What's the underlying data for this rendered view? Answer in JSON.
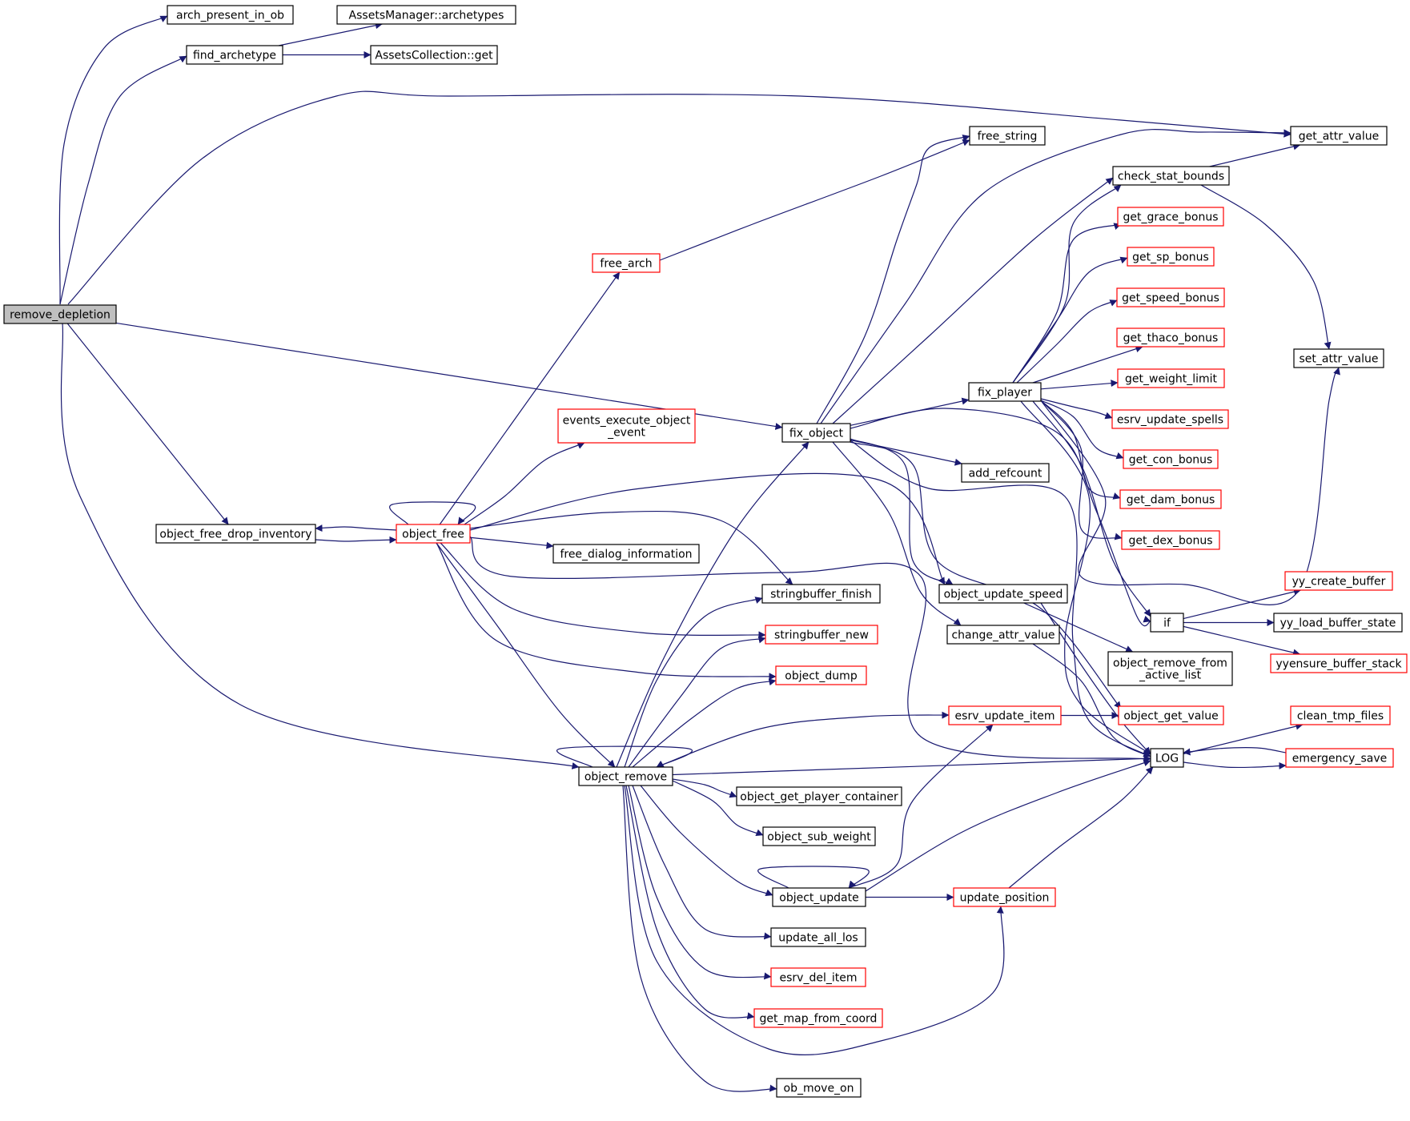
{
  "colors": {
    "edge": "#191970",
    "black_border": "#000000",
    "red_border": "#ff0000",
    "root_fill": "#bfbfbf",
    "node_fill": "#ffffff"
  },
  "nodes": {
    "remove_depletion": {
      "lines": [
        "remove_depletion"
      ],
      "border": "black",
      "root": true
    },
    "arch_present_in_ob": {
      "lines": [
        "arch_present_in_ob"
      ],
      "border": "black"
    },
    "find_archetype": {
      "lines": [
        "find_archetype"
      ],
      "border": "black"
    },
    "assets_manager_archetypes": {
      "lines": [
        "AssetsManager::archetypes"
      ],
      "border": "black"
    },
    "assets_collection_get": {
      "lines": [
        "AssetsCollection::get"
      ],
      "border": "black"
    },
    "get_attr_value": {
      "lines": [
        "get_attr_value"
      ],
      "border": "black"
    },
    "free_string": {
      "lines": [
        "free_string"
      ],
      "border": "black"
    },
    "check_stat_bounds": {
      "lines": [
        "check_stat_bounds"
      ],
      "border": "black"
    },
    "get_grace_bonus": {
      "lines": [
        "get_grace_bonus"
      ],
      "border": "red"
    },
    "get_sp_bonus": {
      "lines": [
        "get_sp_bonus"
      ],
      "border": "red"
    },
    "get_speed_bonus": {
      "lines": [
        "get_speed_bonus"
      ],
      "border": "red"
    },
    "get_thaco_bonus": {
      "lines": [
        "get_thaco_bonus"
      ],
      "border": "red"
    },
    "get_weight_limit": {
      "lines": [
        "get_weight_limit"
      ],
      "border": "red"
    },
    "esrv_update_spells": {
      "lines": [
        "esrv_update_spells"
      ],
      "border": "red"
    },
    "get_con_bonus": {
      "lines": [
        "get_con_bonus"
      ],
      "border": "red"
    },
    "get_dam_bonus": {
      "lines": [
        "get_dam_bonus"
      ],
      "border": "red"
    },
    "get_dex_bonus": {
      "lines": [
        "get_dex_bonus"
      ],
      "border": "red"
    },
    "set_attr_value": {
      "lines": [
        "set_attr_value"
      ],
      "border": "black"
    },
    "free_arch": {
      "lines": [
        "free_arch"
      ],
      "border": "red"
    },
    "events_execute_object_event": {
      "lines": [
        "events_execute_object",
        "_event"
      ],
      "border": "red"
    },
    "fix_object": {
      "lines": [
        "fix_object"
      ],
      "border": "black"
    },
    "fix_player": {
      "lines": [
        "fix_player"
      ],
      "border": "black"
    },
    "add_refcount": {
      "lines": [
        "add_refcount"
      ],
      "border": "black"
    },
    "object_free_drop_inventory": {
      "lines": [
        "object_free_drop_inventory"
      ],
      "border": "black"
    },
    "object_free": {
      "lines": [
        "object_free"
      ],
      "border": "red"
    },
    "free_dialog_information": {
      "lines": [
        "free_dialog_information"
      ],
      "border": "black"
    },
    "stringbuffer_finish": {
      "lines": [
        "stringbuffer_finish"
      ],
      "border": "black"
    },
    "object_update_speed": {
      "lines": [
        "object_update_speed"
      ],
      "border": "black"
    },
    "if": {
      "lines": [
        "if"
      ],
      "border": "black"
    },
    "yy_create_buffer": {
      "lines": [
        "yy_create_buffer"
      ],
      "border": "red"
    },
    "yy_load_buffer_state": {
      "lines": [
        "yy_load_buffer_state"
      ],
      "border": "black"
    },
    "yyensure_buffer_stack": {
      "lines": [
        "yyensure_buffer_stack"
      ],
      "border": "red"
    },
    "stringbuffer_new": {
      "lines": [
        "stringbuffer_new"
      ],
      "border": "red"
    },
    "change_attr_value": {
      "lines": [
        "change_attr_value"
      ],
      "border": "black"
    },
    "object_remove_from_active_list": {
      "lines": [
        "object_remove_from",
        "_active_list"
      ],
      "border": "black"
    },
    "object_dump": {
      "lines": [
        "object_dump"
      ],
      "border": "red"
    },
    "esrv_update_item": {
      "lines": [
        "esrv_update_item"
      ],
      "border": "red"
    },
    "object_get_value": {
      "lines": [
        "object_get_value"
      ],
      "border": "red"
    },
    "clean_tmp_files": {
      "lines": [
        "clean_tmp_files"
      ],
      "border": "red"
    },
    "object_remove": {
      "lines": [
        "object_remove"
      ],
      "border": "black"
    },
    "log": {
      "lines": [
        "LOG"
      ],
      "border": "black"
    },
    "emergency_save": {
      "lines": [
        "emergency_save"
      ],
      "border": "red"
    },
    "object_get_player_container": {
      "lines": [
        "object_get_player_container"
      ],
      "border": "black"
    },
    "object_sub_weight": {
      "lines": [
        "object_sub_weight"
      ],
      "border": "black"
    },
    "object_update": {
      "lines": [
        "object_update"
      ],
      "border": "black"
    },
    "update_position": {
      "lines": [
        "update_position"
      ],
      "border": "red"
    },
    "update_all_los": {
      "lines": [
        "update_all_los"
      ],
      "border": "black"
    },
    "esrv_del_item": {
      "lines": [
        "esrv_del_item"
      ],
      "border": "red"
    },
    "get_map_from_coord": {
      "lines": [
        "get_map_from_coord"
      ],
      "border": "red"
    },
    "ob_move_on": {
      "lines": [
        "ob_move_on"
      ],
      "border": "black"
    }
  },
  "edges": [
    [
      "remove_depletion",
      "arch_present_in_ob"
    ],
    [
      "remove_depletion",
      "find_archetype"
    ],
    [
      "remove_depletion",
      "get_attr_value"
    ],
    [
      "remove_depletion",
      "fix_object"
    ],
    [
      "remove_depletion",
      "object_free_drop_inventory"
    ],
    [
      "remove_depletion",
      "object_remove"
    ],
    [
      "find_archetype",
      "assets_manager_archetypes"
    ],
    [
      "find_archetype",
      "assets_collection_get"
    ],
    [
      "free_arch",
      "free_string"
    ],
    [
      "fix_object",
      "free_string"
    ],
    [
      "fix_object",
      "get_attr_value"
    ],
    [
      "fix_object",
      "check_stat_bounds"
    ],
    [
      "fix_object",
      "fix_player"
    ],
    [
      "fix_object",
      "add_refcount"
    ],
    [
      "fix_object",
      "if"
    ],
    [
      "fix_object",
      "object_update_speed"
    ],
    [
      "fix_object",
      "change_attr_value"
    ],
    [
      "fix_object",
      "object_get_value"
    ],
    [
      "fix_object",
      "log"
    ],
    [
      "check_stat_bounds",
      "get_attr_value"
    ],
    [
      "check_stat_bounds",
      "set_attr_value"
    ],
    [
      "fix_player",
      "check_stat_bounds"
    ],
    [
      "fix_player",
      "get_grace_bonus"
    ],
    [
      "fix_player",
      "get_sp_bonus"
    ],
    [
      "fix_player",
      "get_speed_bonus"
    ],
    [
      "fix_player",
      "get_thaco_bonus"
    ],
    [
      "fix_player",
      "get_weight_limit"
    ],
    [
      "fix_player",
      "esrv_update_spells"
    ],
    [
      "fix_player",
      "get_con_bonus"
    ],
    [
      "fix_player",
      "get_dam_bonus"
    ],
    [
      "fix_player",
      "get_dex_bonus"
    ],
    [
      "fix_player",
      "set_attr_value"
    ],
    [
      "fix_player",
      "if"
    ],
    [
      "fix_player",
      "log"
    ],
    [
      "object_free_drop_inventory",
      "object_free"
    ],
    [
      "object_free",
      "object_free_drop_inventory"
    ],
    [
      "object_free",
      "object_free"
    ],
    [
      "object_free",
      "free_arch"
    ],
    [
      "object_free",
      "events_execute_object_event"
    ],
    [
      "object_free",
      "free_dialog_information"
    ],
    [
      "object_free",
      "stringbuffer_finish"
    ],
    [
      "object_free",
      "stringbuffer_new"
    ],
    [
      "object_free",
      "object_dump"
    ],
    [
      "object_free",
      "object_update_speed"
    ],
    [
      "object_free",
      "log"
    ],
    [
      "object_free",
      "object_remove"
    ],
    [
      "object_update_speed",
      "object_remove_from_active_list"
    ],
    [
      "object_update_speed",
      "log"
    ],
    [
      "change_attr_value",
      "log"
    ],
    [
      "if",
      "yy_create_buffer"
    ],
    [
      "if",
      "yy_load_buffer_state"
    ],
    [
      "if",
      "yyensure_buffer_stack"
    ],
    [
      "esrv_update_item",
      "object_get_value"
    ],
    [
      "log",
      "clean_tmp_files"
    ],
    [
      "log",
      "emergency_save"
    ],
    [
      "emergency_save",
      "log"
    ],
    [
      "object_remove",
      "object_remove"
    ],
    [
      "object_remove",
      "fix_object"
    ],
    [
      "object_remove",
      "stringbuffer_finish"
    ],
    [
      "object_remove",
      "stringbuffer_new"
    ],
    [
      "object_remove",
      "object_dump"
    ],
    [
      "object_remove",
      "esrv_update_item"
    ],
    [
      "object_remove",
      "log"
    ],
    [
      "object_remove",
      "object_get_player_container"
    ],
    [
      "object_remove",
      "object_sub_weight"
    ],
    [
      "object_remove",
      "object_update"
    ],
    [
      "object_remove",
      "update_all_los"
    ],
    [
      "object_remove",
      "esrv_del_item"
    ],
    [
      "object_remove",
      "get_map_from_coord"
    ],
    [
      "object_remove",
      "update_position"
    ],
    [
      "object_remove",
      "ob_move_on"
    ],
    [
      "object_update",
      "object_update"
    ],
    [
      "object_update",
      "esrv_update_item"
    ],
    [
      "object_update",
      "log"
    ],
    [
      "object_update",
      "update_position"
    ],
    [
      "update_position",
      "log"
    ]
  ]
}
